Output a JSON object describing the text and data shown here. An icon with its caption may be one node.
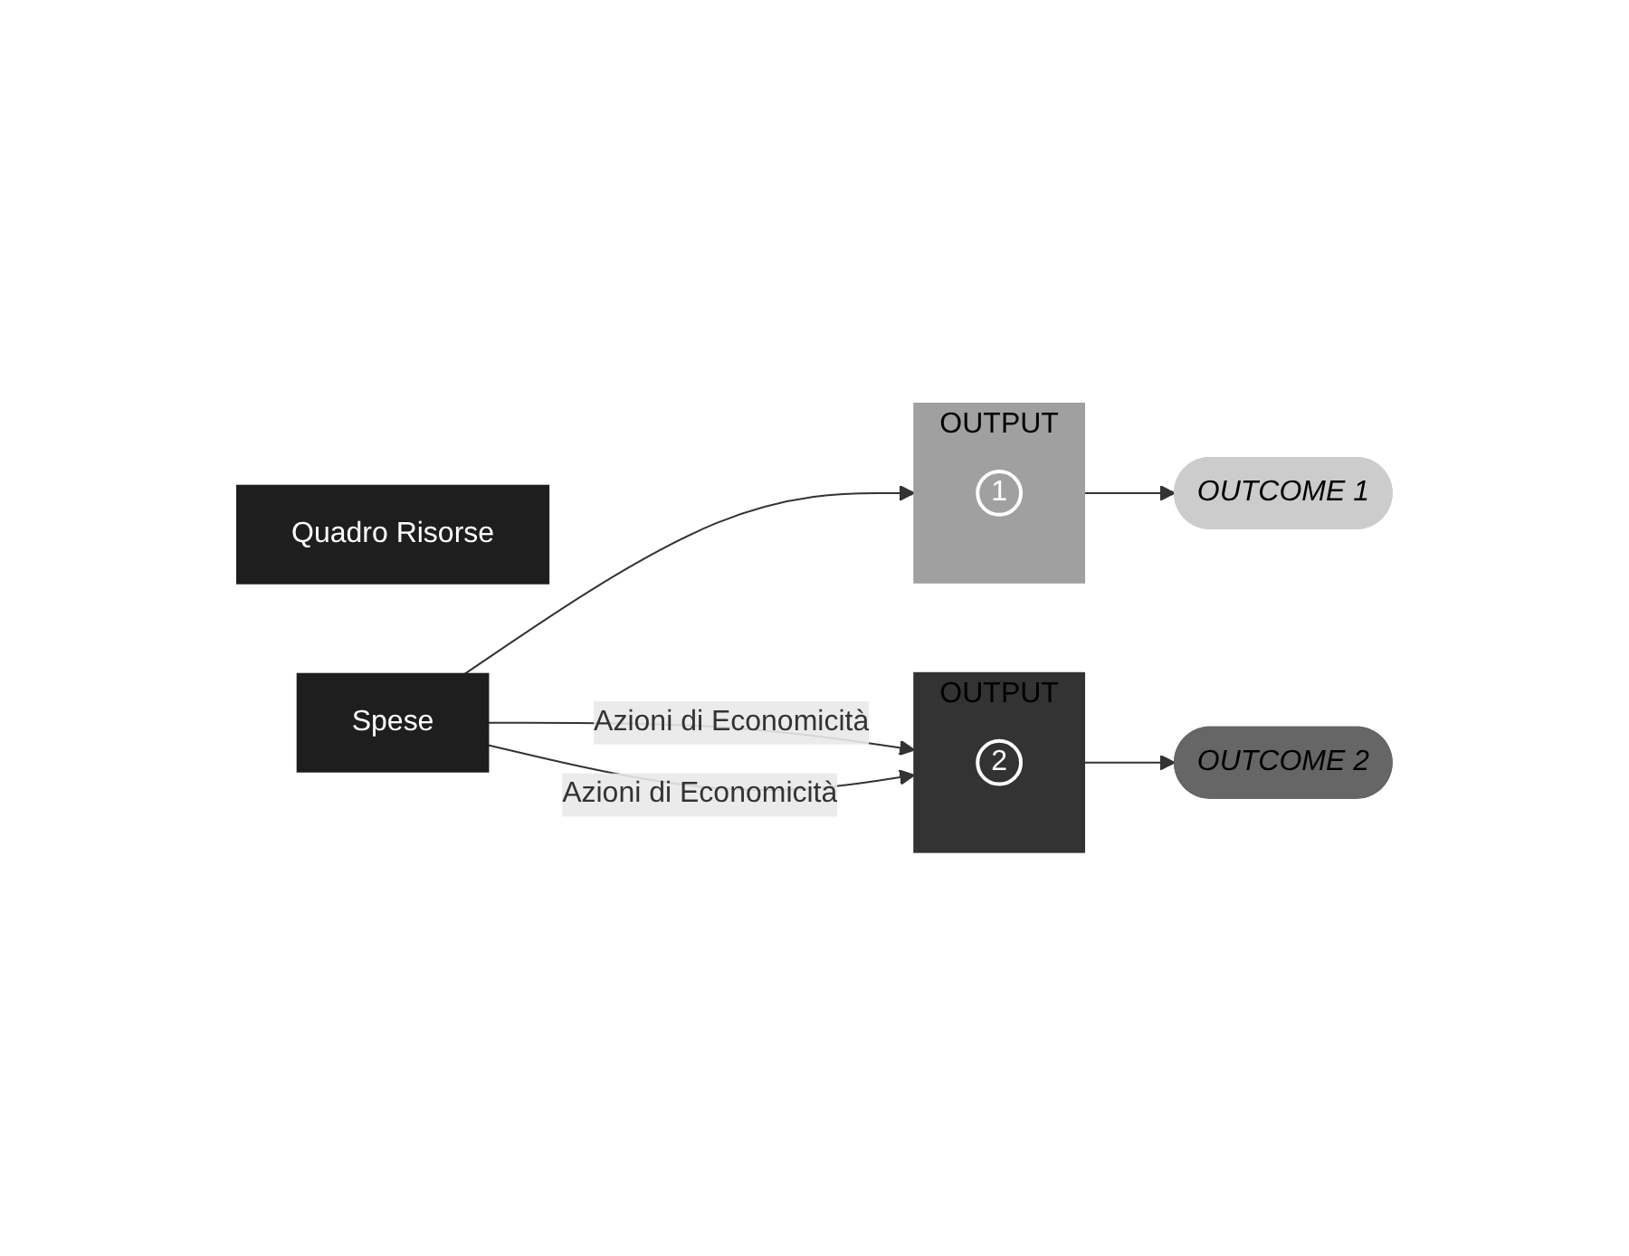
{
  "diagram": {
    "nodes": [
      {
        "text": [
          "Quadro Risorse"
        ]
      },
      {
        "text": [
          "Spese"
        ]
      },
      {
        "text": [
          "OUTPUT"
        ]
      },
      {
        "text": [
          "1"
        ],
        "in": 2
      },
      {
        "text": [
          "OUTPUT"
        ]
      },
      {
        "text": [
          "2"
        ],
        "in": 4
      },
      {
        "text": [
          "OUTCOME 1"
        ]
      },
      {
        "text": [
          "OUTCOME 2"
        ]
      }
    ],
    "edges": [
      {
        "from": 1,
        "to": 2,
        "arrow": "to"
      },
      {
        "from": 1,
        "to": 4,
        "arrow": "to",
        "label": "Azioni di Economicità"
      },
      {
        "from": 1,
        "to": 4,
        "arrow": "to",
        "label": "Azioni di Economicità"
      },
      {
        "from": 2,
        "to": 6,
        "arrow": "to"
      },
      {
        "from": 4,
        "to": 7,
        "arrow": "to"
      }
    ]
  }
}
